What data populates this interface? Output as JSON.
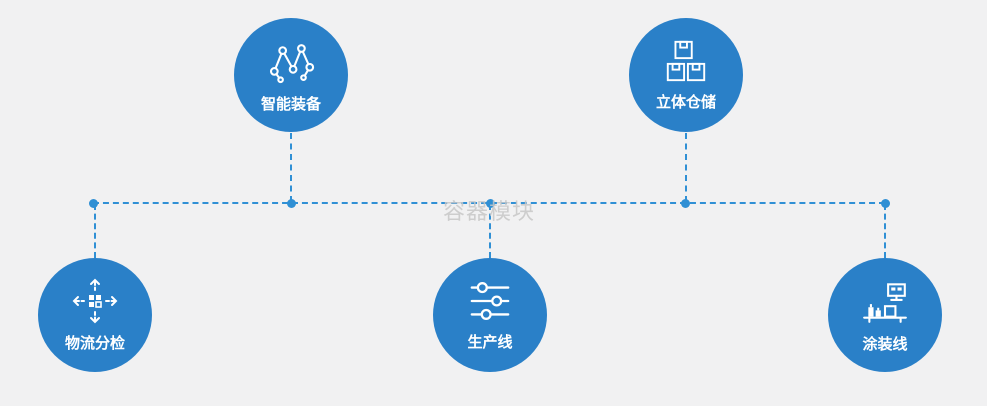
{
  "colors": {
    "accent": "#2a80c8",
    "connector_line": "#3090d5",
    "background": "#f1f1f2",
    "icon": "#ffffff",
    "watermark_text": "#c7c7c7"
  },
  "watermark": "容器模块",
  "nodes": [
    {
      "label": "智能装备",
      "icon": "network-nodes-icon"
    },
    {
      "label": "立体仓储",
      "icon": "stacked-boxes-icon"
    },
    {
      "label": "物流分检",
      "icon": "move-arrows-icon"
    },
    {
      "label": "生产线",
      "icon": "sliders-icon"
    },
    {
      "label": "涂装线",
      "icon": "coating-machine-icon"
    }
  ]
}
